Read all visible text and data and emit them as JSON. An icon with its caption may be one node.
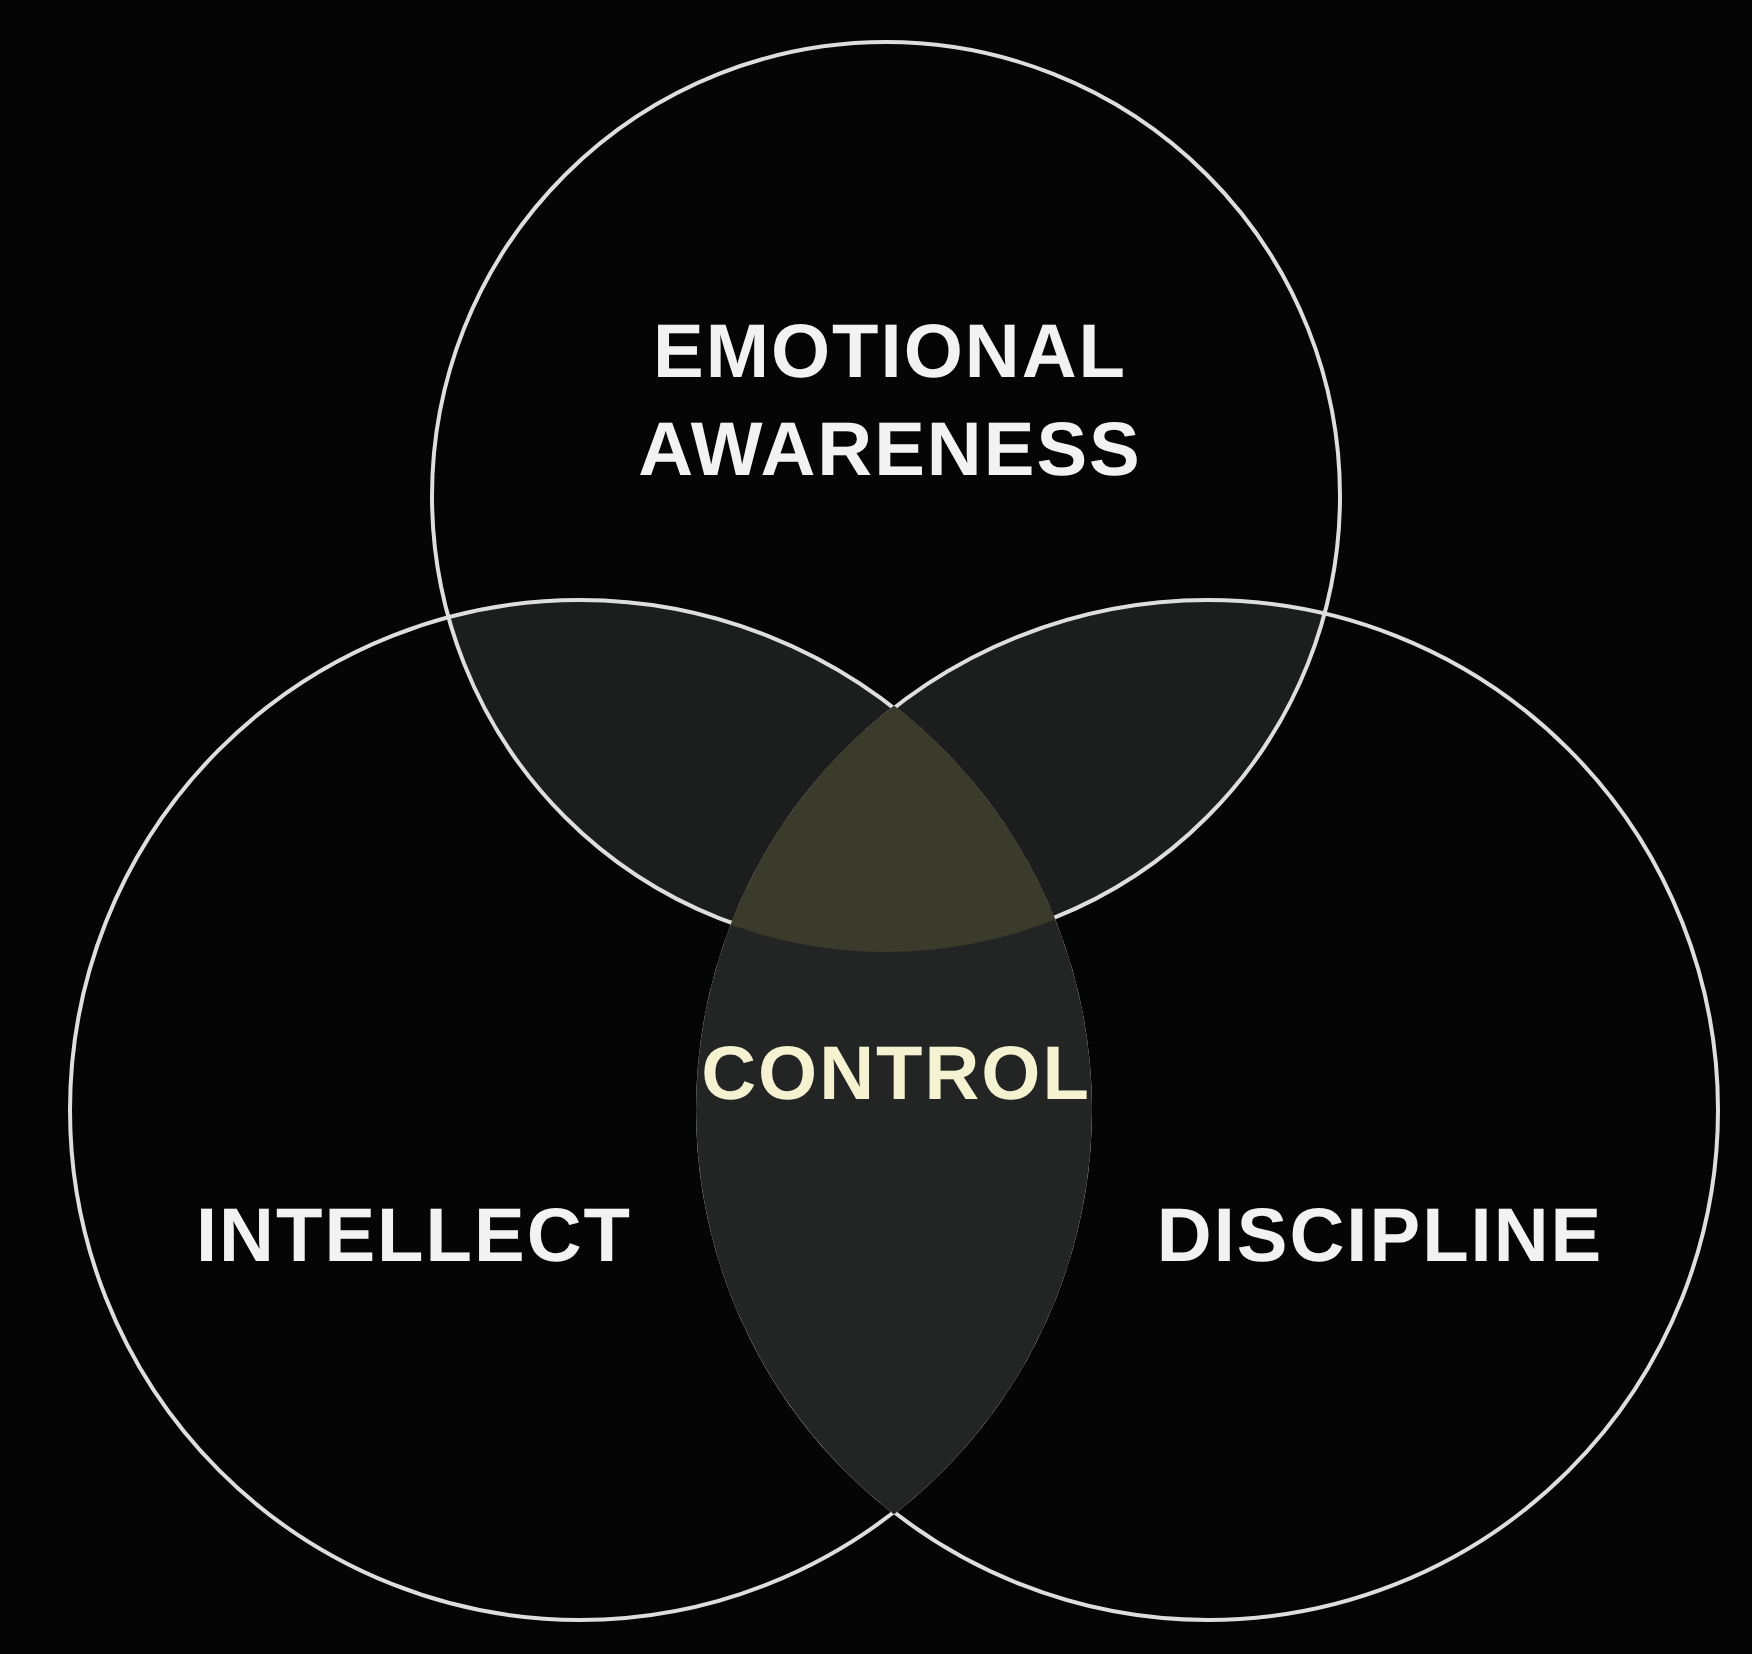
{
  "diagram": {
    "nodes": [
      {
        "text": [
          "EMOTIONAL AWARENESS"
        ]
      },
      {
        "text": [
          "INTELLECT"
        ]
      },
      {
        "text": [
          "DISCIPLINE"
        ]
      },
      {
        "text": [
          "CONTROL"
        ]
      }
    ]
  }
}
